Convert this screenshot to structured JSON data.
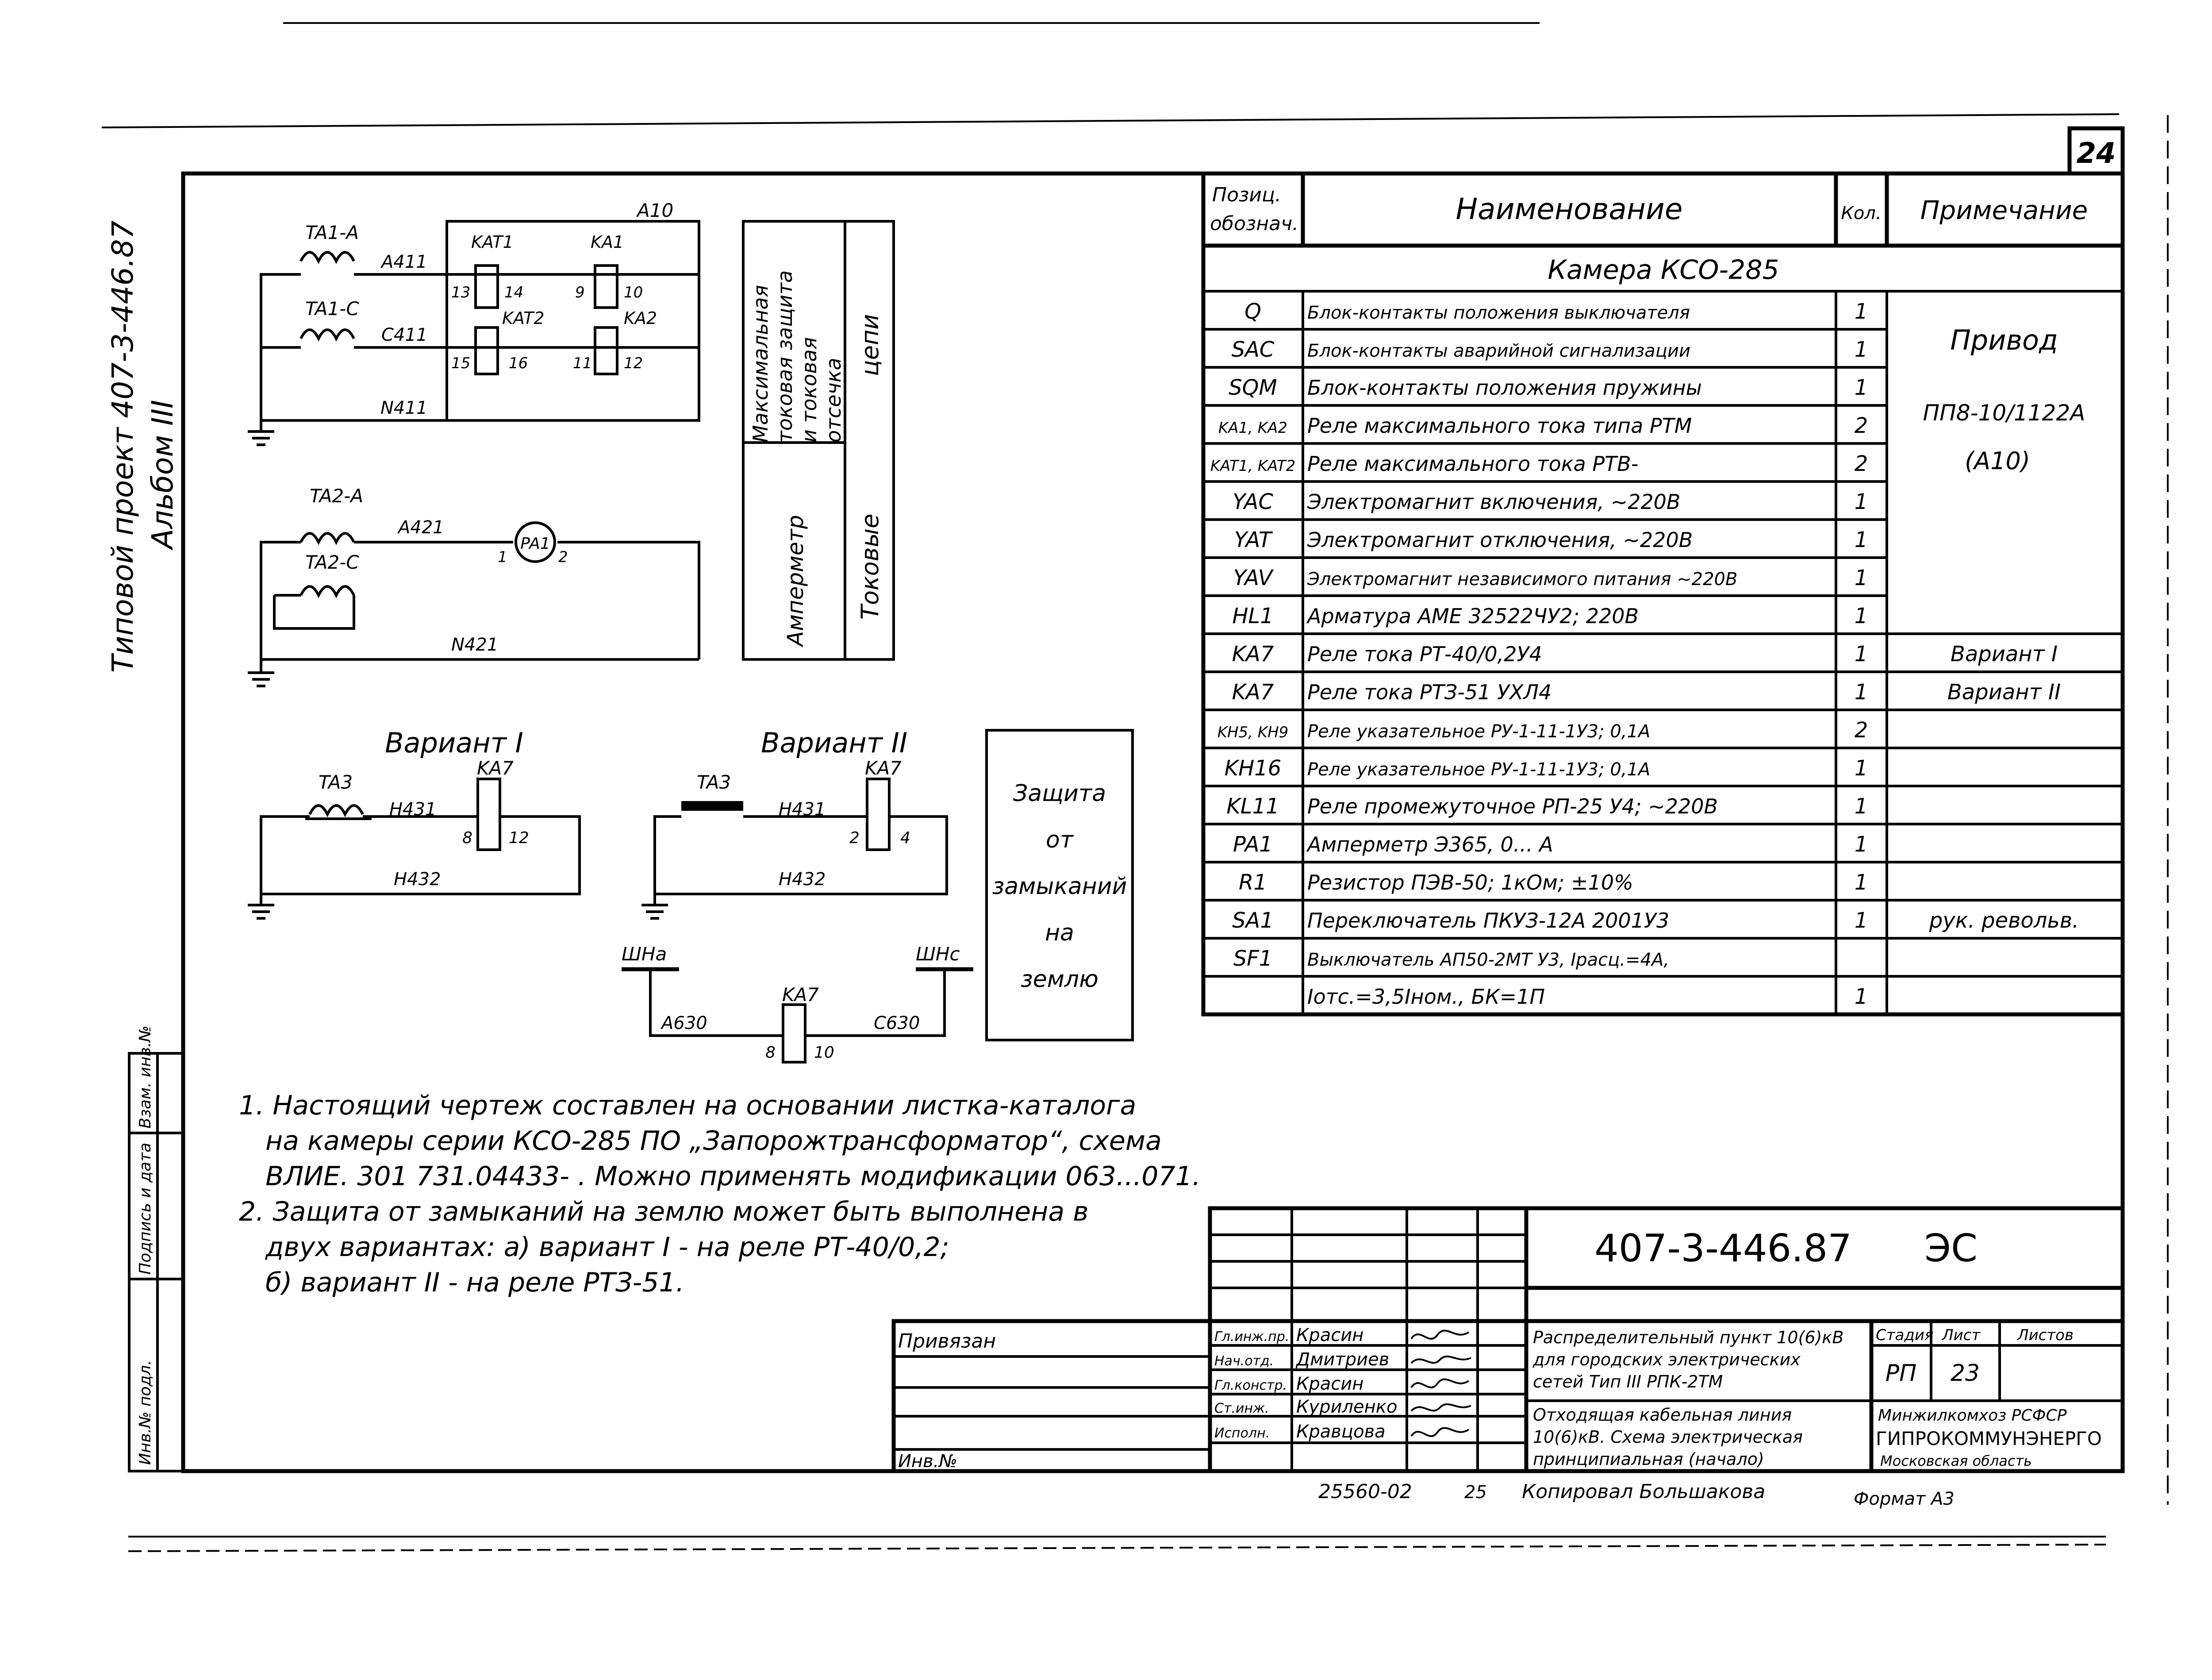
{
  "sheet": {
    "number": "24",
    "side_title_1": "Типовой проект 407-3-446.87",
    "side_title_2": "Альбом III",
    "left_stamp": [
      "Инв.№ подл.",
      "Подпись и дата",
      "Взам. инв.№"
    ]
  },
  "diagram": {
    "block1": {
      "cabinet": "A10",
      "ct1": "TA1-A",
      "ct2": "TA1-C",
      "wire_a": "A411",
      "wire_c": "C411",
      "wire_n": "N411",
      "relays": [
        "KAT1",
        "KA1",
        "KAT2",
        "KA2"
      ],
      "terminals": [
        "13",
        "14",
        "9",
        "10",
        "15",
        "16",
        "11",
        "12"
      ],
      "label": [
        "Максимальная",
        "токовая защита",
        "и токовая",
        "отсечка"
      ]
    },
    "block2": {
      "ct1": "TA2-A",
      "ct2": "TA2-C",
      "wire_a": "A421",
      "wire_n": "N421",
      "meter": "PA1",
      "meter_pins": [
        "1",
        "2"
      ],
      "label": "Амперметр"
    },
    "section_label": [
      "Токовые",
      "цепи"
    ],
    "variant1": {
      "title": "Вариант I",
      "ct": "TA3",
      "relay": "KA7",
      "w1": "H431",
      "w2": "H432",
      "pins": [
        "8",
        "12"
      ]
    },
    "variant2": {
      "title": "Вариант II",
      "ct": "TA3",
      "relay": "KA7",
      "w1": "H431",
      "w2": "H432",
      "pins": [
        "2",
        "4"
      ]
    },
    "variant_bus": {
      "bus_a": "ШНа",
      "bus_c": "ШНс",
      "w_a": "A630",
      "w_c": "C630",
      "relay": "KA7",
      "pins": [
        "8",
        "10"
      ]
    },
    "ground_box": [
      "Защита",
      "от",
      "замыканий",
      "на",
      "землю"
    ]
  },
  "table": {
    "headers": {
      "pos": [
        "Позиц.",
        "обознач."
      ],
      "name": "Наименование",
      "qty": "Кол.",
      "note": "Примечание"
    },
    "section": "Камера КСО-285",
    "rows": [
      {
        "pos": "Q",
        "name": "Блок-контакты положения выключателя",
        "qty": "1",
        "note": ""
      },
      {
        "pos": "SAC",
        "name": "Блок-контакты аварийной сигнализации",
        "qty": "1",
        "note": ""
      },
      {
        "pos": "SQM",
        "name": "Блок-контакты положения пружины",
        "qty": "1",
        "note": ""
      },
      {
        "pos": "KA1, KA2",
        "name": "Реле максимального тока типа РТМ",
        "qty": "2",
        "note": ""
      },
      {
        "pos": "KAT1, KAT2",
        "name": "Реле максимального тока РТВ-",
        "qty": "2",
        "note": ""
      },
      {
        "pos": "YAC",
        "name": "Электромагнит включения, ~220В",
        "qty": "1",
        "note": ""
      },
      {
        "pos": "YAT",
        "name": "Электромагнит отключения, ~220В",
        "qty": "1",
        "note": ""
      },
      {
        "pos": "YAV",
        "name": "Электромагнит независимого питания ~220В",
        "qty": "1",
        "note": ""
      },
      {
        "pos": "HL1",
        "name": "Арматура АМЕ 32522ЧУ2; 220В",
        "qty": "1",
        "note": ""
      },
      {
        "pos": "KA7",
        "name": "Реле тока РТ-40/0,2У4",
        "qty": "1",
        "note": "Вариант I"
      },
      {
        "pos": "KA7",
        "name": "Реле тока РТЗ-51 УХЛ4",
        "qty": "1",
        "note": "Вариант II"
      },
      {
        "pos": "KH5, KH9",
        "name": "Реле указательное РУ-1-11-1У3; 0,1А",
        "qty": "2",
        "note": ""
      },
      {
        "pos": "KH16",
        "name": "Реле указательное РУ-1-11-1У3; 0,1А",
        "qty": "1",
        "note": ""
      },
      {
        "pos": "KL11",
        "name": "Реле промежуточное РП-25 У4; ~220В",
        "qty": "1",
        "note": ""
      },
      {
        "pos": "PA1",
        "name": "Амперметр Э365, 0...   А",
        "qty": "1",
        "note": ""
      },
      {
        "pos": "R1",
        "name": "Резистор ПЭВ-50; 1кОм; ±10%",
        "qty": "1",
        "note": ""
      },
      {
        "pos": "SA1",
        "name": "Переключатель ПКУЗ-12А 2001У3",
        "qty": "1",
        "note": "рук. револьв."
      },
      {
        "pos": "SF1",
        "name": "Выключатель АП50-2МТ У3, Iрасц.=4А,",
        "qty": "",
        "note": ""
      },
      {
        "pos": "",
        "name": "Iотс.=3,5Iном., БК=1П",
        "qty": "1",
        "note": ""
      }
    ],
    "drive_note": [
      "Привод",
      "ПП8-10/1122А",
      "(А10)"
    ]
  },
  "notes": [
    "1. Настоящий чертеж составлен на основании листка-каталога",
    "на камеры серии КСО-285 ПО „Запорожтрансформатор“, схема",
    "ВЛИЕ. 301 731.04433-   . Можно применять модификации 063...071.",
    "2. Защита от замыканий на землю может быть выполнена в",
    "двух вариантах: а) вариант I - на реле РТ-40/0,2;",
    "б) вариант II - на реле РТЗ-51."
  ],
  "stamp": {
    "code": "407-3-446.87",
    "doc_type": "ЭС",
    "privyazan": "Привязан",
    "inv": "Инв.№",
    "roles": [
      "Гл.инж.пр.",
      "Нач.отд.",
      "Гл.констр.",
      "Ст.инж.",
      "Исполн."
    ],
    "names": [
      "Красин",
      "Дмитриев",
      "Красин",
      "Куриленко",
      "Кравцова"
    ],
    "title": [
      "Распределительный пункт 10(6)кВ",
      "для городских электрических",
      "сетей   Тип III РПК-2ТМ"
    ],
    "subtitle": [
      "Отходящая кабельная линия",
      "10(6)кВ. Схема электрическая",
      "принципиальная (начало)"
    ],
    "stage_h": "Стадия",
    "sheet_h": "Лист",
    "sheets_h": "Листов",
    "stage": "РП",
    "sheet": "23",
    "org": [
      "Минжилкомхоз РСФСР",
      "ГИПРОКОММУНЭНЕРГО"
    ],
    "org_city": "Московская область",
    "bottom_code": "25560-02",
    "bottom_num": "25",
    "copied": "Копировал Большакова",
    "format": "Формат А3"
  }
}
